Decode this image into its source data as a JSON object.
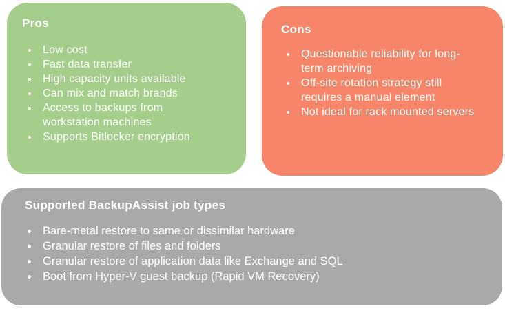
{
  "colors": {
    "pros_bg": "#a5ce8c",
    "cons_bg": "#f6856a",
    "jobs_bg": "#a9a9a9",
    "text": "#ffffff"
  },
  "pros": {
    "title": "Pros",
    "items": [
      "Low cost",
      "Fast data transfer",
      "High capacity units available",
      "Can mix and match brands",
      "Access to backups from workstation machines",
      "Supports Bitlocker encryption"
    ]
  },
  "cons": {
    "title": "Cons",
    "items": [
      "Questionable reliability for long-term archiving",
      "Off-site rotation strategy still requires a manual element",
      "Not ideal for rack mounted servers"
    ]
  },
  "jobs": {
    "title": "Supported BackupAssist job types",
    "items": [
      "Bare-metal restore to same or dissimilar hardware",
      "Granular restore of files and folders",
      "Granular restore of application data like Exchange and SQL",
      "Boot from Hyper-V guest backup (Rapid VM Recovery)"
    ]
  }
}
